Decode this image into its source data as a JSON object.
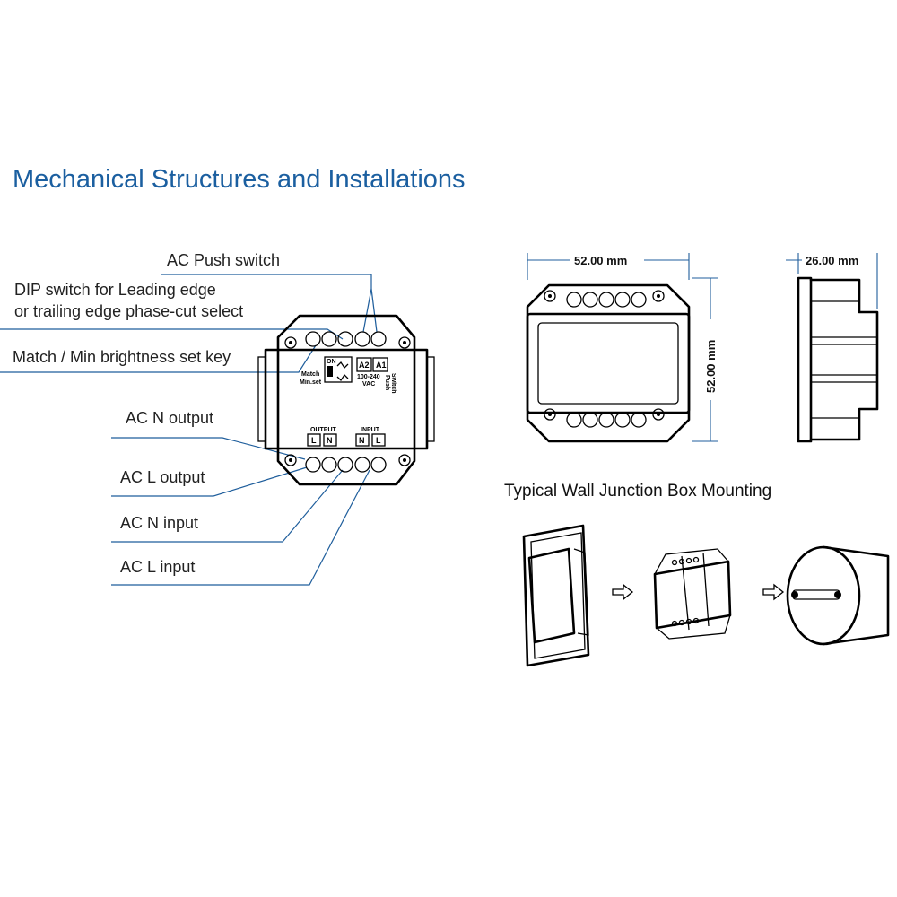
{
  "title": "Mechanical Structures and Installations",
  "callouts": {
    "push_switch": "AC Push switch",
    "dip_switch_line1": "DIP switch for Leading edge",
    "dip_switch_line2": "or trailing edge phase-cut select",
    "match_key": "Match / Min brightness set key",
    "n_output": "AC N output",
    "l_output": "AC L output",
    "n_input": "AC N input",
    "l_input": "AC L input"
  },
  "device_labels": {
    "on": "ON",
    "match": "Match",
    "min_set": "Min.set",
    "a2": "A2",
    "a1": "A1",
    "voltage": "100-240",
    "vac": "VAC",
    "push": "Push",
    "switch": "Switch",
    "output": "OUTPUT",
    "input": "INPUT",
    "out_l": "L",
    "out_n": "N",
    "in_n": "N",
    "in_l": "L"
  },
  "dimensions": {
    "width": "52.00 mm",
    "height": "52.00 mm",
    "depth": "26.00 mm"
  },
  "mounting_title": "Typical Wall Junction Box Mounting",
  "colors": {
    "title": "#1b5fa0",
    "leader_lines": "#1f5e9c",
    "outline": "#000000"
  }
}
